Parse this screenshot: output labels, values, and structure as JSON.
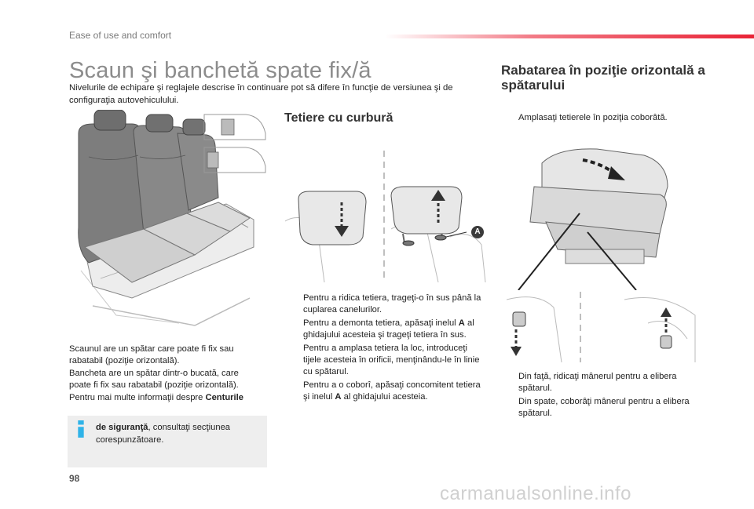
{
  "header": {
    "section": "Ease of use and comfort",
    "accent_color": "#e92336"
  },
  "title": "Scaun şi banchetă spate fix/ă",
  "intro": "Nivelurile de echipare şi reglajele descrise în continuare pot să difere în funcţie de versiunea şi de configuraţia autovehiculului.",
  "left": {
    "description": [
      "Scaunul are un spătar care poate fi fix sau rabatabil (poziţie orizontală).",
      "Bancheta are un spătar dintr-o bucată, care poate fi fix sau rabatabil (poziţie orizontală)."
    ],
    "more_info_prefix": "Pentru mai multe informaţii despre ",
    "more_info_bold": "Centurile",
    "info_box": {
      "bold": "de siguranţă",
      "rest": ", consultaţi secţiunea corespunzătoare."
    }
  },
  "headrests": {
    "heading": "Tetiere cu curbură",
    "label_a": "A",
    "bullets": [
      {
        "text": "Pentru a ridica tetiera, trageţi-o în sus până la cuplarea canelurilor."
      },
      {
        "pre": "Pentru a demonta tetiera, apăsaţi inelul ",
        "bold": "A",
        "post": " al ghidajului acesteia şi trageţi tetiera în sus."
      },
      {
        "text": "Pentru a amplasa tetiera la loc, introduceţi tijele acesteia în orificii, menţinându-le în linie cu spătarul."
      },
      {
        "pre": "Pentru a o coborî, apăsaţi concomitent tetiera şi inelul ",
        "bold": "A",
        "post": " al ghidajului acesteia."
      }
    ]
  },
  "folding": {
    "heading": "Rabatarea în poziţie orizontală a spătarului",
    "bullets_top": [
      "Amplasaţi tetierele în poziţia coborâtă."
    ],
    "bullets_bottom": [
      "Din faţă, ridicaţi mânerul pentru a elibera spătarul.",
      "Din spate, coborâţi mânerul pentru a elibera spătarul."
    ]
  },
  "bullet_marker": "",
  "footer": {
    "page_number": "98",
    "watermark": "carmanualsonline.info"
  }
}
